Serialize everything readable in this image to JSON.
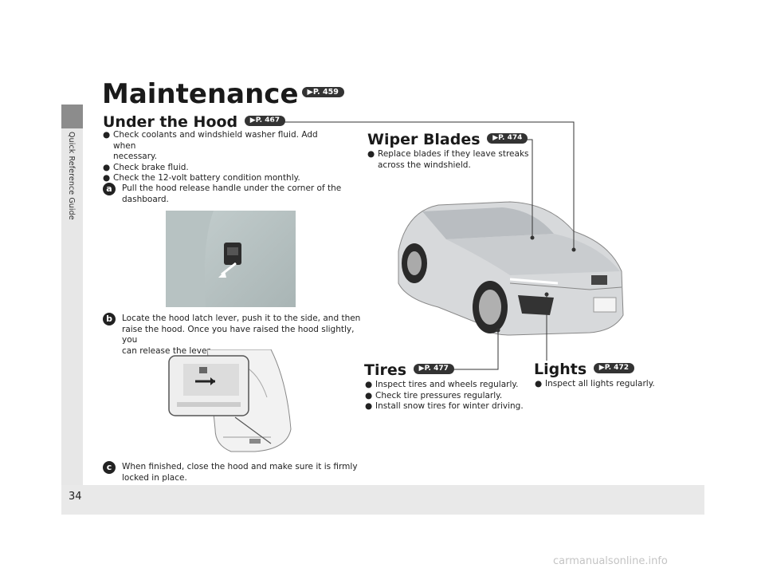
{
  "sidebar": {
    "label": "Quick Reference Guide"
  },
  "page_number": "34",
  "title": {
    "text": "Maintenance",
    "ref": "P. 459"
  },
  "under_hood": {
    "heading": "Under the Hood",
    "ref": "P. 467",
    "bullets": [
      "Check coolants and windshield washer fluid. Add when",
      "necessary.",
      "Check brake fluid.",
      "Check the 12-volt battery condition monthly."
    ]
  },
  "steps": [
    {
      "letter": "a",
      "lines": [
        "Pull the hood release handle under the corner of the",
        "dashboard."
      ]
    },
    {
      "letter": "b",
      "lines": [
        "Locate the hood latch lever, push it to the side, and then",
        "raise the hood. Once you have raised the hood slightly, you",
        "can release the lever."
      ]
    },
    {
      "letter": "c",
      "lines": [
        "When finished, close the hood and make sure it is firmly",
        "locked in place."
      ]
    }
  ],
  "wiper": {
    "heading": "Wiper Blades",
    "ref": "P. 474",
    "bullets": [
      "Replace blades if they leave streaks",
      "across the windshield."
    ]
  },
  "tires": {
    "heading": "Tires",
    "ref": "P. 477",
    "bullets": [
      "Inspect tires and wheels regularly.",
      "Check tire pressures regularly.",
      "Install snow tires for winter driving."
    ]
  },
  "lights": {
    "heading": "Lights",
    "ref": "P. 472",
    "bullets": [
      "Inspect all lights regularly."
    ]
  },
  "watermark": "carmanualsonline.info",
  "colors": {
    "sidebar_tab": "#8c8c8c",
    "sidebar": "#e7e7e7",
    "footer": "#e9e9e9",
    "text": "#1a1a1a"
  }
}
